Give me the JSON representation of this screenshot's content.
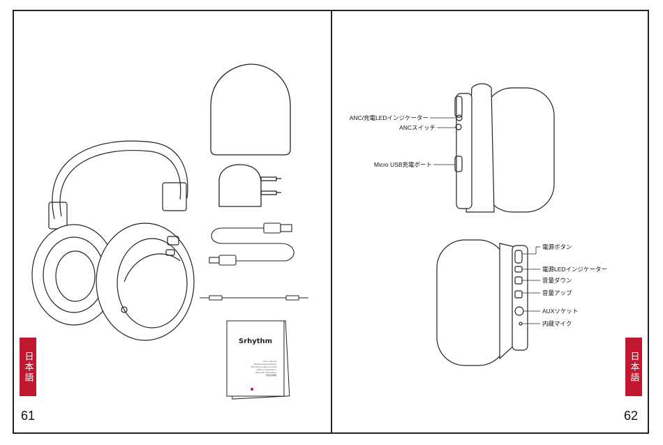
{
  "left_page": {
    "page_number": "61",
    "language_tab": "日本語",
    "manual_cover": {
      "brand": "Srhythm",
      "lines": [
        "User manual",
        "Bedienungsanleitung",
        "Manual de instrucciones",
        "Notice d'utilisation",
        "Manuale d'istruzioni",
        "取扱説明書"
      ]
    }
  },
  "right_page": {
    "page_number": "62",
    "language_tab": "日本語",
    "top_labels": {
      "anc_led": "ANC/充電LEDインジケーター",
      "anc_switch": "ANCスイッチ",
      "micro_usb": "Micro USB充電ポート"
    },
    "bottom_labels": {
      "power_button": "電源ボタン",
      "power_led": "電源LEDインジケーター",
      "vol_down": "音量ダウン",
      "vol_up": "音量アップ",
      "aux": "AUXソケット",
      "mic": "内蔵マイク"
    }
  }
}
